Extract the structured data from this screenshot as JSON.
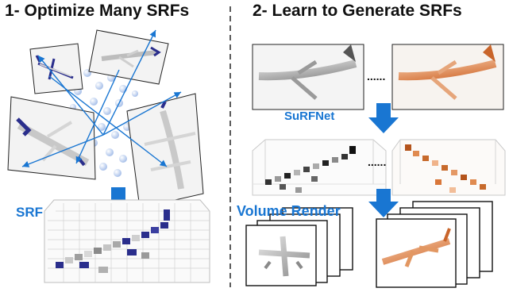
{
  "left_panel": {
    "heading": "1- Optimize Many SRFs",
    "srf_label": "SRF"
  },
  "right_panel": {
    "heading": "2- Learn to Generate SRFs",
    "network_label": "SuRFNet",
    "render_label": "Volume Render",
    "ellipsis_top": "......",
    "ellipsis_mid": "......"
  },
  "colors": {
    "accent_blue": "#1976d2",
    "plane_navy": "#2a2e8c",
    "plane_orange": "#e08a4f",
    "sphere_blue": "#c9d9f2"
  }
}
